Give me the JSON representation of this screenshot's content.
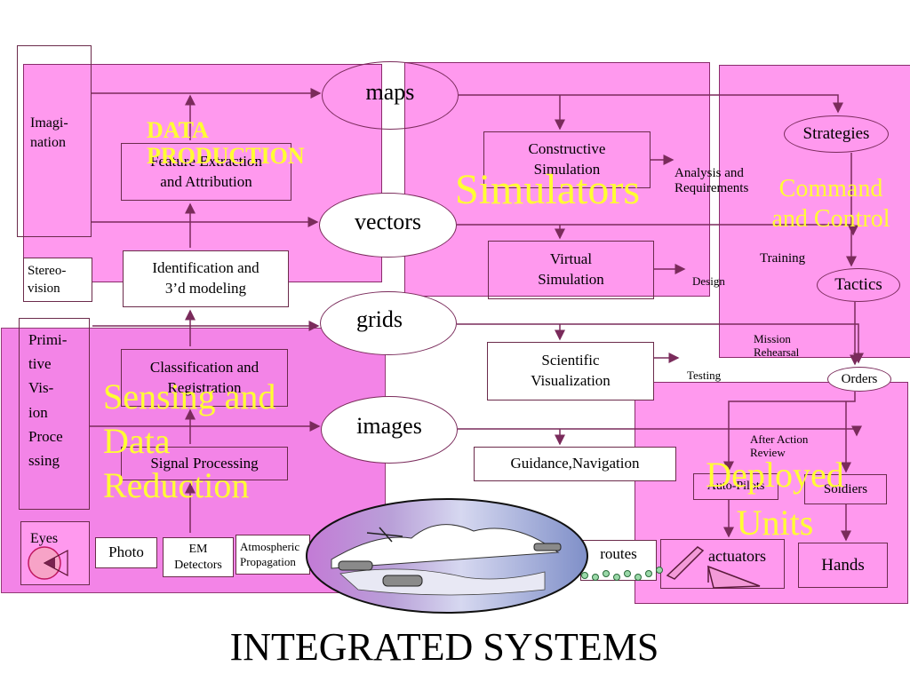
{
  "title": "INTEGRATED SYSTEMS",
  "colors": {
    "zone_fill": "#ff99ee",
    "zone_overlay": "#f27ae6",
    "accent_text": "#ffff33",
    "line": "#7a2b5b"
  },
  "zones": {
    "data_production": "DATA PRODUCTION",
    "simulators": "Simulators",
    "command_and_control": "Command and Control",
    "sensing": "Sensing and Data Reduction",
    "deployed_units": "Deployed Units"
  },
  "hubs": {
    "maps": "maps",
    "vectors": "vectors",
    "grids": "grids",
    "images": "images"
  },
  "left_column": {
    "imagination": "Imagi-\nnation",
    "stereo_vision": "Stereo-\nvision",
    "primitive_vision": "Primi-\ntive\nVis-\nion\nProce\nssing",
    "eyes": "Eyes"
  },
  "processing": {
    "feature_extraction": "Feature Extraction\nand Attribution",
    "identification": "Identification and\n3’d modeling",
    "classification": "Classification and\nRegistration",
    "signal_processing": "Signal Processing"
  },
  "sensors": {
    "photo": "Photo",
    "em_detectors": "EM\nDetectors",
    "atmospheric": "Atmospheric\nPropagation"
  },
  "simulation": {
    "constructive": "Constructive\nSimulation",
    "virtual": "Virtual\nSimulation",
    "scientific": "Scientific\nVisualization",
    "guidance": "Guidance,Navigation"
  },
  "annotations": {
    "analysis": "Analysis and\nRequirements",
    "design": "Design",
    "training": "Training",
    "mission": "Mission\nRehearsal",
    "testing": "Testing",
    "after_action": "After Action\nReview"
  },
  "command": {
    "strategies": "Strategies",
    "tactics": "Tactics",
    "orders": "Orders"
  },
  "units": {
    "auto_pilots": "Auto-Pilots",
    "soldiers": "Soldiers",
    "actuators": "actuators",
    "hands": "Hands",
    "routes": "routes"
  }
}
